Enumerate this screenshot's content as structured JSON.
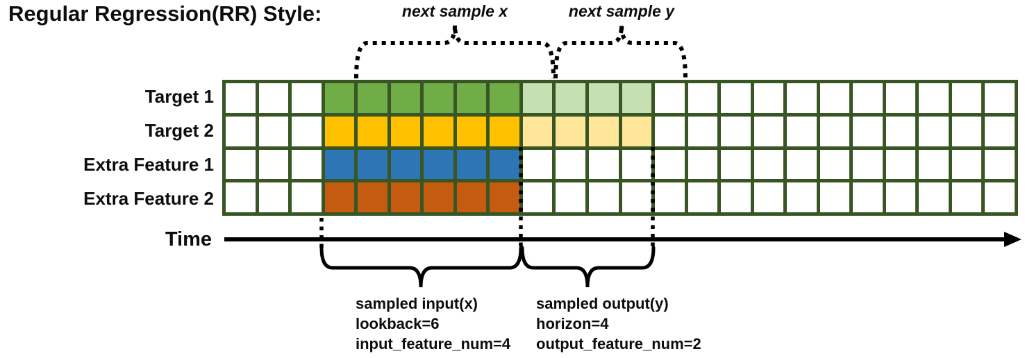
{
  "title": "Regular Regression(RR) Style:",
  "annotations": {
    "next_sample_x": "next sample x",
    "next_sample_y": "next sample y"
  },
  "grid": {
    "columns": 24,
    "border_color": "#375623",
    "empty_color": "#ffffff",
    "lookback": 6,
    "horizon": 4,
    "rows": [
      {
        "label": "Target 1",
        "segments": [
          {
            "start": 3,
            "count": 6,
            "color": "#70AD47"
          },
          {
            "start": 9,
            "count": 4,
            "color": "#C6E0B4"
          }
        ]
      },
      {
        "label": "Target 2",
        "segments": [
          {
            "start": 3,
            "count": 6,
            "color": "#FFC000"
          },
          {
            "start": 9,
            "count": 4,
            "color": "#FFE699"
          }
        ]
      },
      {
        "label": "Extra Feature 1",
        "segments": [
          {
            "start": 3,
            "count": 6,
            "color": "#2E75B6"
          }
        ]
      },
      {
        "label": "Extra Feature 2",
        "segments": [
          {
            "start": 3,
            "count": 6,
            "color": "#C55A11"
          }
        ]
      }
    ]
  },
  "time_axis": {
    "label": "Time"
  },
  "sampled_input": {
    "lines": [
      "sampled input(x)",
      "lookback=6",
      "input_feature_num=4"
    ]
  },
  "sampled_output": {
    "lines": [
      "sampled output(y)",
      "horizon=4",
      "output_feature_num=2"
    ]
  }
}
